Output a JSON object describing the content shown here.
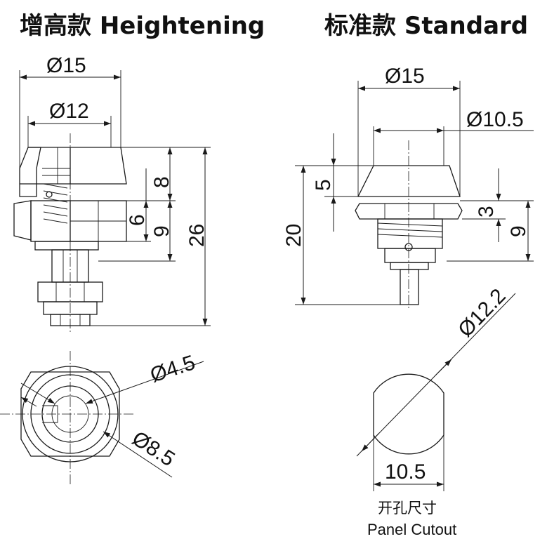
{
  "titles": {
    "heightening": "增高款 Heightening",
    "standard": "标准款 Standard"
  },
  "dims_heightening": {
    "d15": "Ø15",
    "d12": "Ø12",
    "h8": "8",
    "h6": "6",
    "h9": "9",
    "h26": "26"
  },
  "dims_standard": {
    "d15": "Ø15",
    "d10_5": "Ø10.5",
    "h5": "5",
    "h20": "20",
    "h3": "3",
    "h9": "9"
  },
  "dims_bottom": {
    "d4_5": "Ø4.5",
    "d8_5": "Ø8.5",
    "d12_2": "Ø12.2",
    "w10_5": "10.5"
  },
  "cutout": {
    "label_cn": "开孔尺寸",
    "label_en": "Panel Cutout"
  }
}
